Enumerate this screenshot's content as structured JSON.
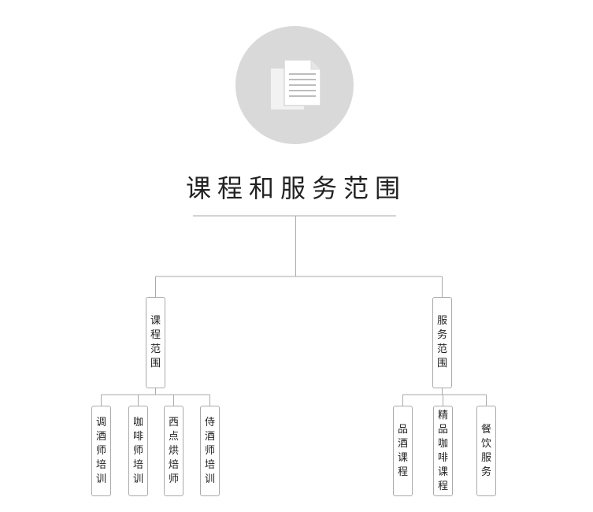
{
  "diagram": {
    "icon": "document-icon",
    "title": "课程和服务范围",
    "branches": [
      {
        "label": "课程范围",
        "children": [
          "调酒师培训",
          "咖啡师培训",
          "西点烘焙师",
          "侍酒师培训"
        ]
      },
      {
        "label": "服务范围",
        "children": [
          "品酒课程",
          "精品咖啡课程",
          "餐饮服务"
        ]
      }
    ]
  },
  "colors": {
    "circle": "#d9d9d9",
    "line": "#aaaaaa",
    "text": "#222222"
  }
}
